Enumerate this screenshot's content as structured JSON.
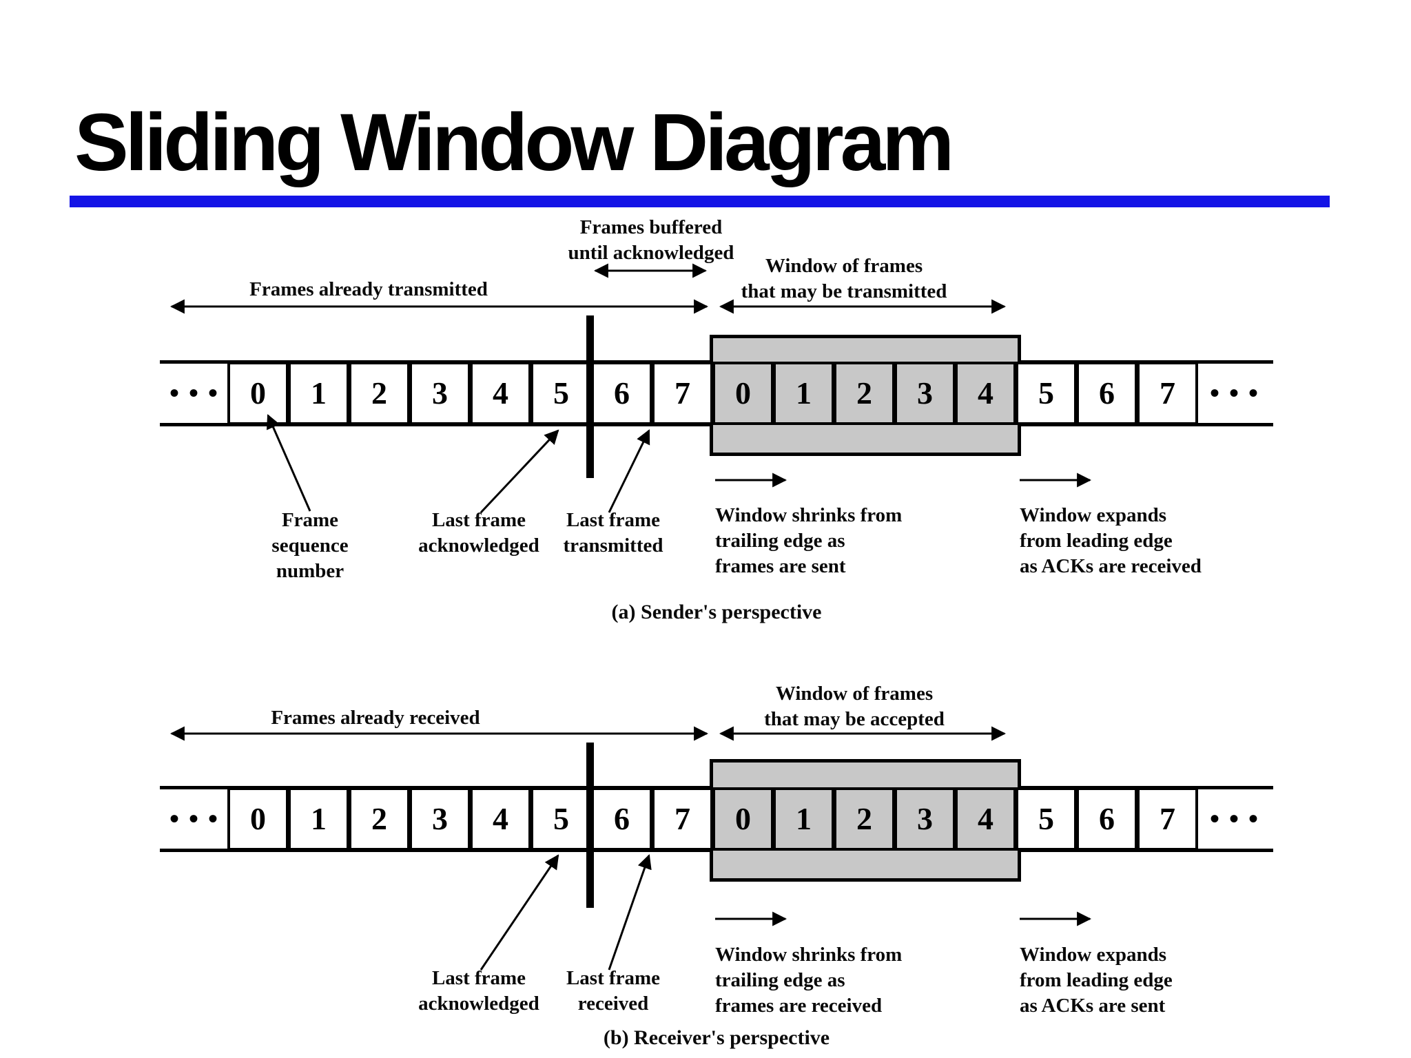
{
  "title": "Sliding Window Diagram",
  "colors": {
    "divider_blue": "#1414e6",
    "window_gray": "#c8c8c8",
    "ink": "#000000"
  },
  "diagram_a": {
    "frames_buffered_label": "Frames buffered\nuntil acknowledged",
    "frames_transmitted_label": "Frames already transmitted",
    "window_label": "Window of frames\nthat may be transmitted",
    "ellipsis_left": "• • •",
    "ellipsis_right": "• • •",
    "cells_left": [
      "0",
      "1",
      "2",
      "3",
      "4",
      "5",
      "6",
      "7"
    ],
    "cells_window": [
      "0",
      "1",
      "2",
      "3",
      "4"
    ],
    "cells_right": [
      "5",
      "6",
      "7"
    ],
    "frame_seq_label": "Frame\nsequence\nnumber",
    "last_ack_label": "Last frame\nacknowledged",
    "last_tx_label": "Last frame\ntransmitted",
    "shrink_label": "Window shrinks from\ntrailing edge as\nframes are sent",
    "expand_label": "Window expands\nfrom leading edge\nas ACKs are received",
    "caption": "(a) Sender's perspective"
  },
  "diagram_b": {
    "frames_received_label": "Frames already received",
    "window_label": "Window of frames\nthat may be accepted",
    "ellipsis_left": "• • •",
    "ellipsis_right": "• • •",
    "cells_left": [
      "0",
      "1",
      "2",
      "3",
      "4",
      "5",
      "6",
      "7"
    ],
    "cells_window": [
      "0",
      "1",
      "2",
      "3",
      "4"
    ],
    "cells_right": [
      "5",
      "6",
      "7"
    ],
    "last_ack_label": "Last frame\nacknowledged",
    "last_rx_label": "Last frame\nreceived",
    "shrink_label": "Window shrinks from\ntrailing edge as\nframes are received",
    "expand_label": "Window expands\nfrom leading edge\nas ACKs are sent",
    "caption": "(b) Receiver's perspective"
  }
}
